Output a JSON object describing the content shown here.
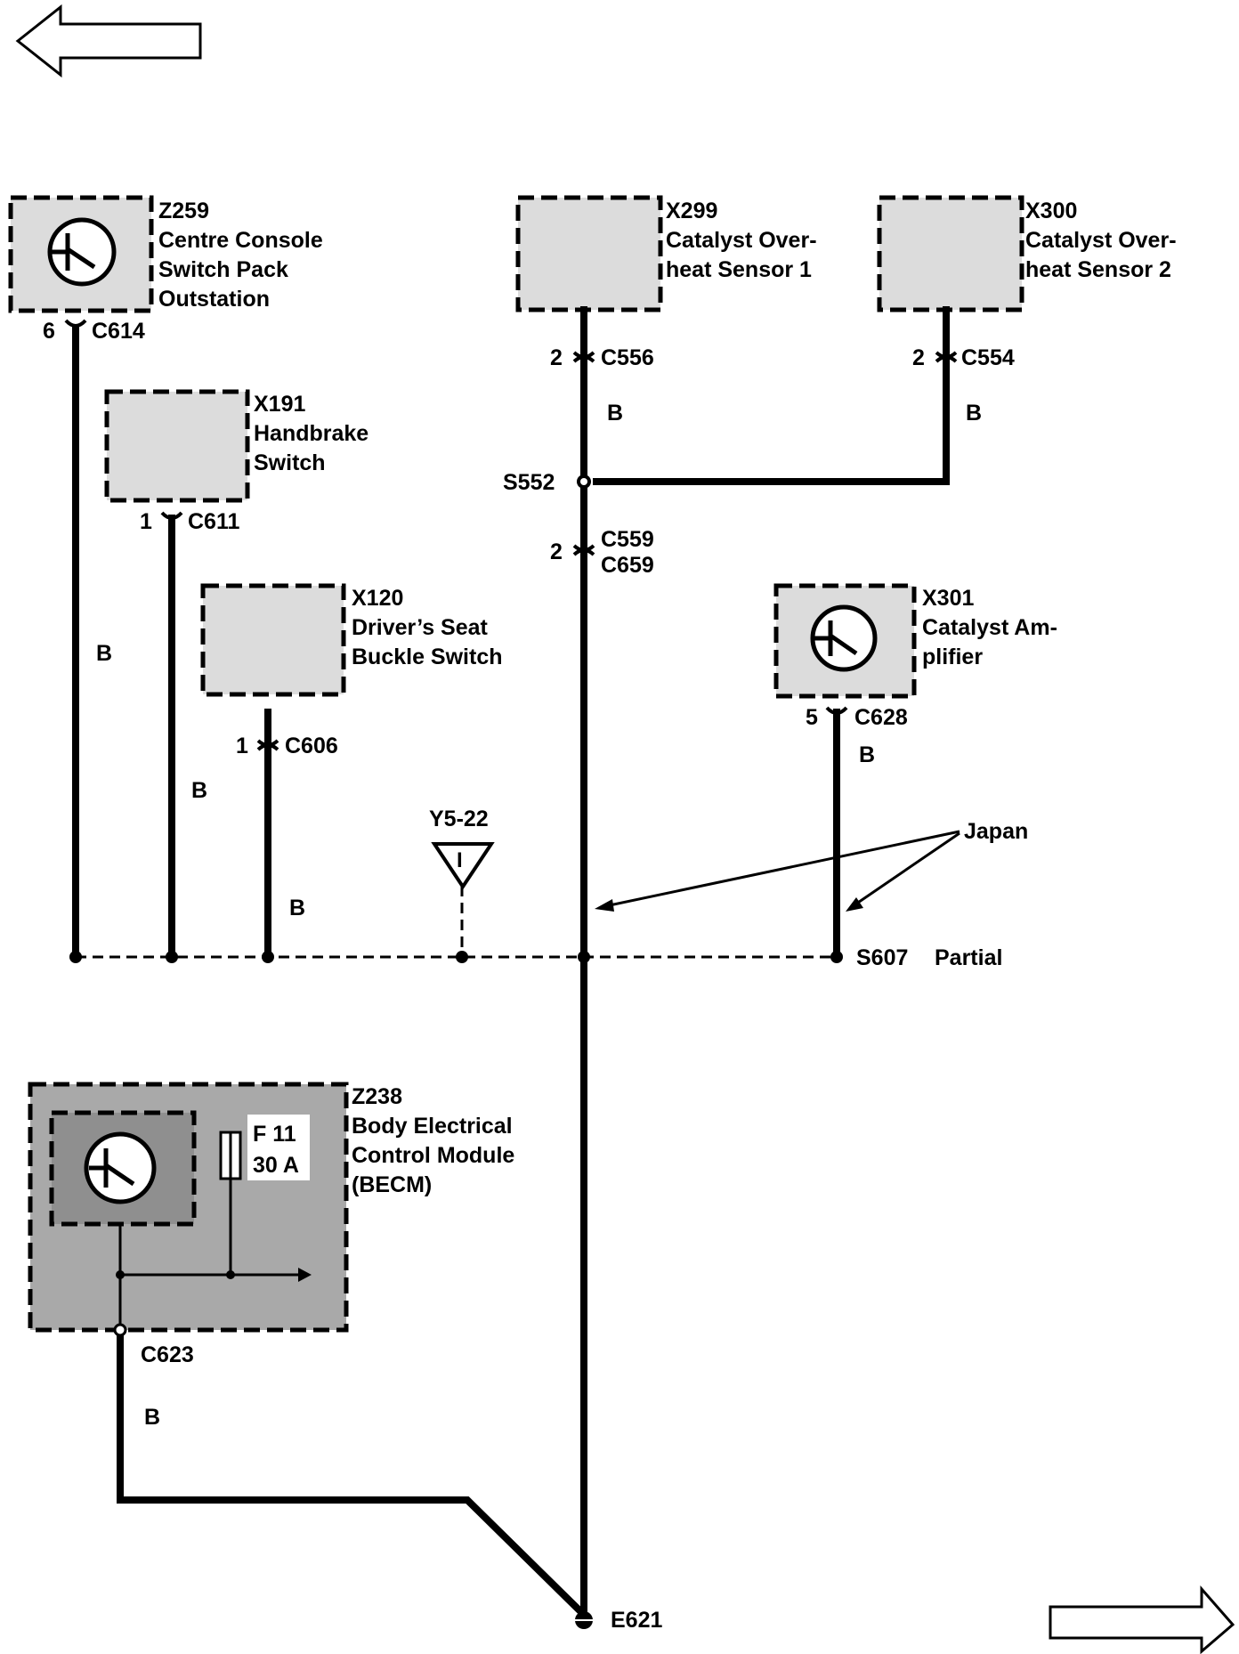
{
  "nav": {
    "back_arrow_icon": "left-arrow-icon",
    "forward_arrow_icon": "right-arrow-icon"
  },
  "components": {
    "z259": {
      "id": "Z259",
      "line1": "Centre Console",
      "line2": "Switch Pack",
      "line3": "Outstation",
      "pin": "6",
      "connector": "C614"
    },
    "x191": {
      "id": "X191",
      "line1": "Handbrake",
      "line2": "Switch",
      "pin": "1",
      "connector": "C611"
    },
    "x120": {
      "id": "X120",
      "line1": "Driver’s Seat",
      "line2": "Buckle Switch",
      "pin": "1",
      "connector": "C606"
    },
    "x299": {
      "id": "X299",
      "line1": "Catalyst Over-",
      "line2": "heat Sensor 1",
      "pin": "2",
      "connector": "C556"
    },
    "x300": {
      "id": "X300",
      "line1": "Catalyst Over-",
      "line2": "heat Sensor 2",
      "pin": "2",
      "connector": "C554"
    },
    "x301": {
      "id": "X301",
      "line1": "Catalyst Am-",
      "line2": "plifier",
      "pin": "5",
      "connector": "C628"
    },
    "z238": {
      "id": "Z238",
      "line1": "Body Electrical",
      "line2": "Control Module",
      "line3": "(BECM)",
      "fuse": "F 11",
      "fuse_rating": "30 A",
      "connector": "C623"
    }
  },
  "splices": {
    "s552": "S552",
    "s607": "S607",
    "s607_note": "Partial"
  },
  "inline_connector": {
    "pin": "2",
    "c1": "C559",
    "c2": "C659"
  },
  "ground": {
    "id": "E621"
  },
  "reference": {
    "id": "Y5-22",
    "symbol": "I"
  },
  "annotation": {
    "text": "Japan"
  },
  "wire_color": "B",
  "colors": {
    "wire": "#000000",
    "component_fill": "#dcdcdc",
    "module_fill": "#a9a9a9"
  }
}
